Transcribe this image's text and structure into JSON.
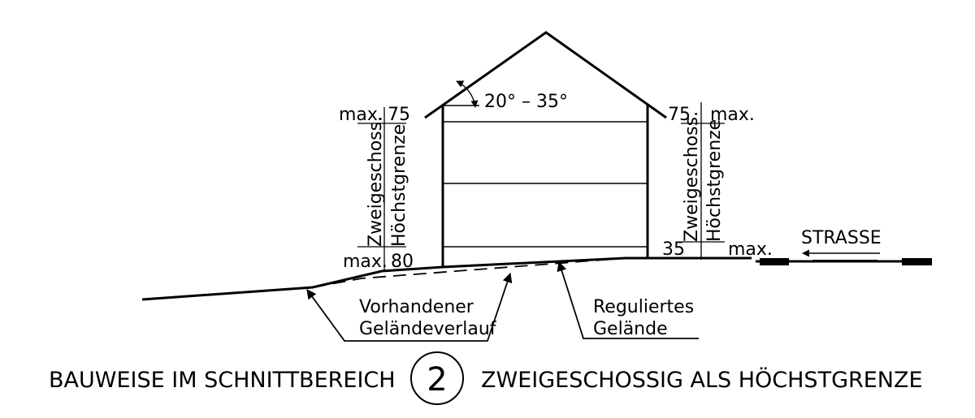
{
  "labels": {
    "angle": "20° – 35°",
    "left_max_top": "max.",
    "left_dim_top": "75",
    "left_vertical_1": "Zweigeschoss.",
    "left_vertical_2": "Höchstgrenze",
    "left_max_bottom": "max.",
    "left_dim_bottom": "80",
    "right_dim_top": "75",
    "right_max_top": "max.",
    "right_vertical_1": "Zweigeschoss.",
    "right_vertical_2": "Höchstgrenze",
    "right_dim_bottom": "35",
    "right_max_bottom": "max.",
    "street": "STRASSE",
    "existing_terrain_1": "Vorhandener",
    "existing_terrain_2": "Geländeverlauf",
    "regulated_terrain_1": "Reguliertes",
    "regulated_terrain_2": "Gelände"
  },
  "title": {
    "left": "BAUWEISE IM SCHNITTBEREICH",
    "number": "2",
    "right": "ZWEIGESCHOSSIG ALS HÖCHSTGRENZE"
  }
}
